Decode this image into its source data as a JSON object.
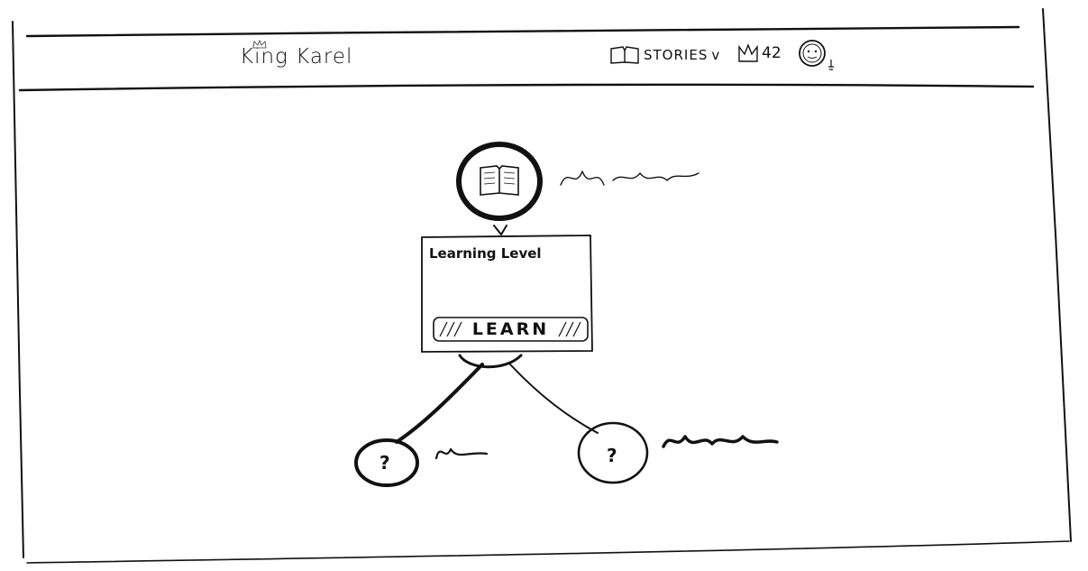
{
  "header": {
    "brand": "King Karel",
    "stories_label": "STORIES",
    "stories_chevron": "v",
    "crown_count": "42"
  },
  "popup": {
    "title": "Learning Level",
    "learn_button": "LEARN"
  },
  "nodes": {
    "root_icon": "book-icon",
    "child_left_label": "?",
    "child_right_label": "?"
  }
}
